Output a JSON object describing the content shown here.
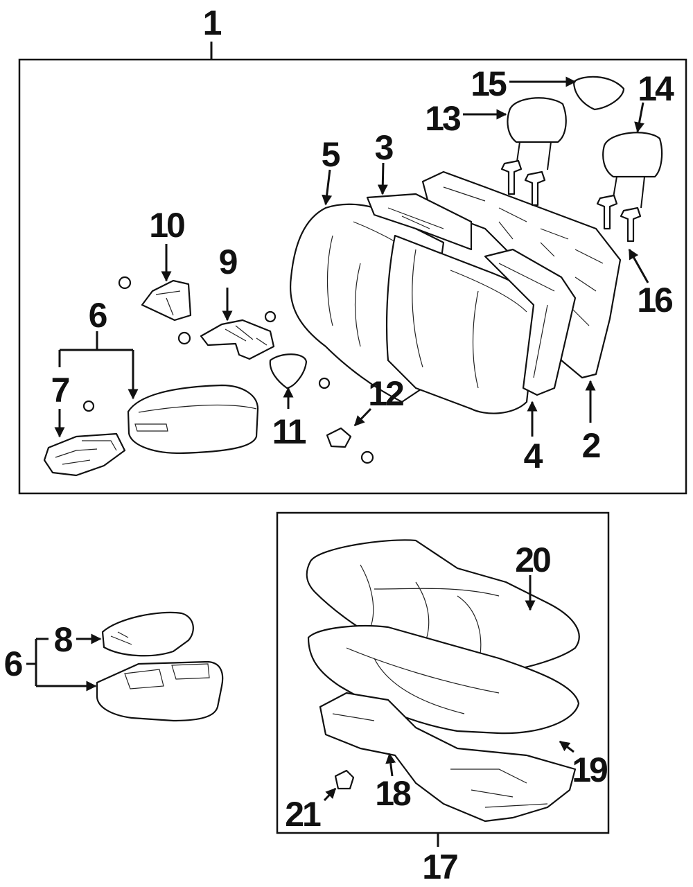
{
  "callouts": {
    "c1": "1",
    "c2": "2",
    "c3": "3",
    "c4": "4",
    "c5": "5",
    "c6a": "6",
    "c6b": "6",
    "c7": "7",
    "c8": "8",
    "c9": "9",
    "c10": "10",
    "c11": "11",
    "c12": "12",
    "c13": "13",
    "c14": "14",
    "c15": "15",
    "c16": "16",
    "c17": "17",
    "c18": "18",
    "c19": "19",
    "c20": "20",
    "c21": "21"
  },
  "colors": {
    "ink": "#111111",
    "paper": "#ffffff"
  }
}
